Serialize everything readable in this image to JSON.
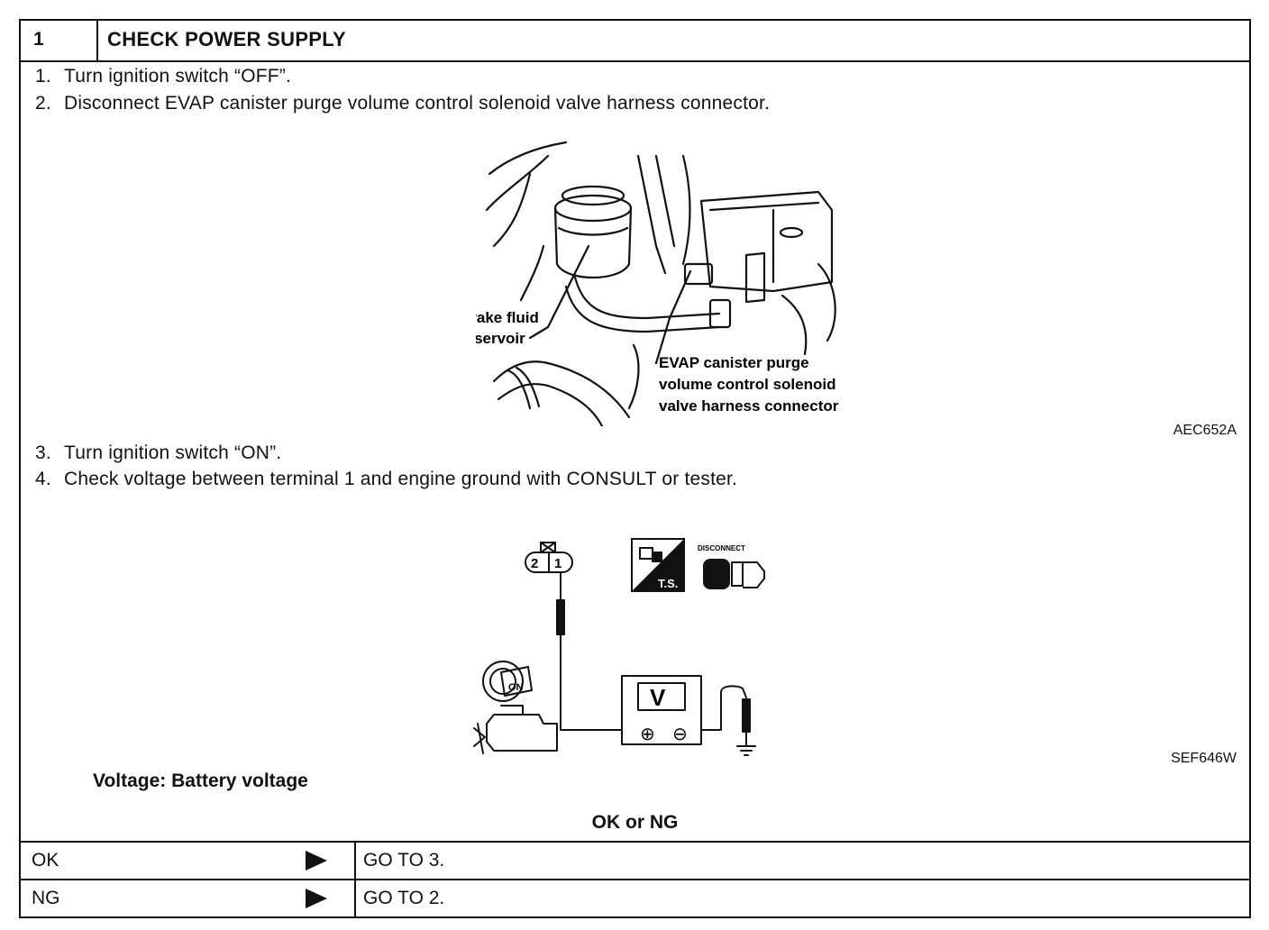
{
  "header": {
    "step_number": "1",
    "title": "CHECK POWER SUPPLY"
  },
  "steps": [
    {
      "num": "1.",
      "text": "Turn ignition switch “OFF”."
    },
    {
      "num": "2.",
      "text": "Disconnect EVAP canister purge volume control solenoid valve harness connector."
    },
    {
      "num": "3.",
      "text": "Turn ignition switch “ON”."
    },
    {
      "num": "4.",
      "text": "Check voltage between terminal 1 and engine ground with CONSULT or tester."
    }
  ],
  "figure1": {
    "ref": "AEC652A",
    "label_reservoir": [
      "Brake fluid",
      "reservoir"
    ],
    "label_connector": [
      "EVAP canister purge",
      "volume control solenoid",
      "valve harness connector"
    ]
  },
  "figure2": {
    "ref": "SEF646W",
    "terminals": [
      "2",
      "1"
    ],
    "ts_label": "T.S.",
    "disconnect_label": "DISCONNECT",
    "meter_label": "V",
    "meter_plus": "⊕",
    "meter_minus": "⊖",
    "ignition_label": "ON"
  },
  "spec": "Voltage: Battery voltage",
  "result_title": "OK or NG",
  "results": [
    {
      "condition": "OK",
      "action": "GO TO 3."
    },
    {
      "condition": "NG",
      "action": "GO TO 2."
    }
  ]
}
